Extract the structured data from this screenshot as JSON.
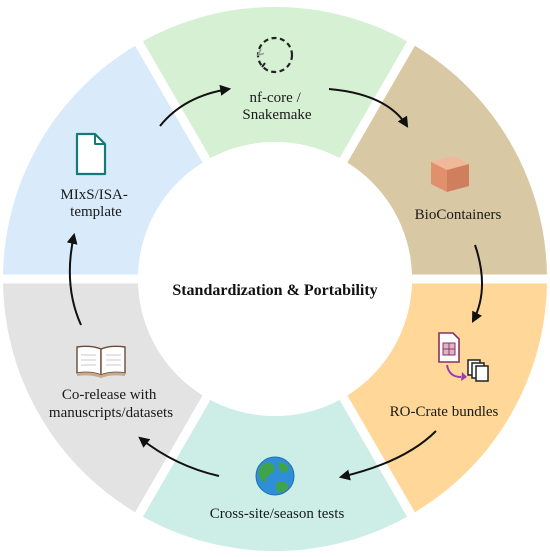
{
  "center": {
    "title": "Standardization & Portability"
  },
  "steps": [
    {
      "id": "nfcore",
      "lines": [
        "nf-core /",
        "Snakemake"
      ],
      "color": "#d6f0d3",
      "icon": "refresh-cycle-icon"
    },
    {
      "id": "biocontainers",
      "lines": [
        "BioContainers"
      ],
      "color": "#d8c8a4",
      "icon": "box-icon"
    },
    {
      "id": "rocrate",
      "lines": [
        "RO-Crate bundles"
      ],
      "color": "#ffd799",
      "icon": "spreadsheet-bundle-icon"
    },
    {
      "id": "crosssite",
      "lines": [
        "Cross-site/season tests"
      ],
      "color": "#cdeee6",
      "icon": "globe-icon"
    },
    {
      "id": "corelease",
      "lines": [
        "Co-release with",
        "manuscripts/datasets"
      ],
      "color": "#e3e3e3",
      "icon": "open-book-icon"
    },
    {
      "id": "mixs",
      "lines": [
        "MIxS/ISA-",
        "template"
      ],
      "color": "#d9ebfa",
      "icon": "document-template-icon"
    }
  ],
  "colors": {
    "arrow": "#111111",
    "gap": "#ffffff"
  }
}
